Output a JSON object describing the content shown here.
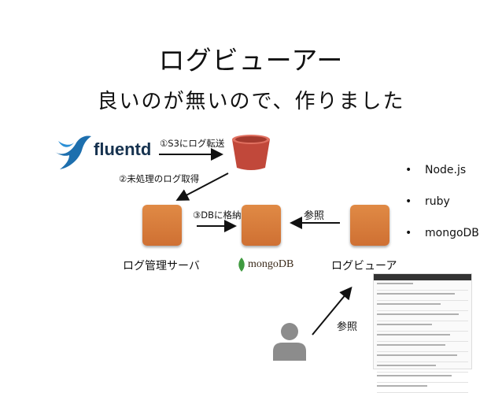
{
  "title": "ログビューアー",
  "subtitle": "良いのが無いので、作りました",
  "edges": {
    "step1": "①S3にログ転送",
    "step2": "②未処理のログ取得",
    "step3": "③DBに格納",
    "ref1": "参照",
    "ref2": "参照"
  },
  "nodes": {
    "fluentd_logo": "fluentd",
    "log_server": "ログ管理サーバ",
    "mongodb_logo": "mongoDB",
    "log_viewer": "ログビューア"
  },
  "bullets": [
    "Node.js",
    "ruby",
    "mongoDB"
  ],
  "colors": {
    "box": "#d67a3a",
    "bucket": "#c1483a",
    "fluentd": "#16324f",
    "mongo_leaf": "#3f9a3f"
  },
  "icons": [
    "fluentd-bird-icon",
    "s3-bucket-icon",
    "mongodb-leaf-icon",
    "user-silhouette-icon",
    "screenshot-thumbnail"
  ]
}
